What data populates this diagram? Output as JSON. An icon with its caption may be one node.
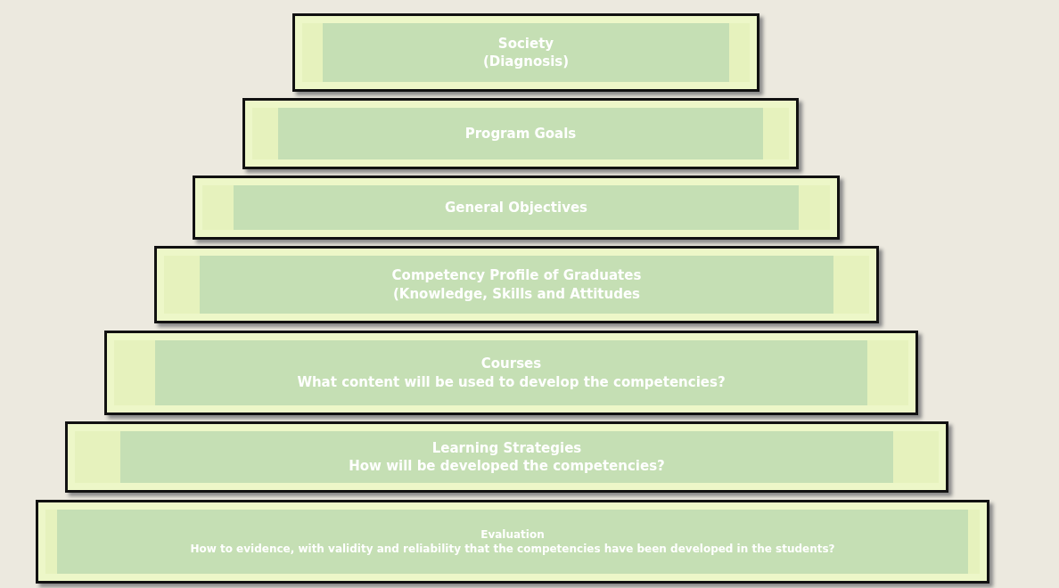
{
  "diagram": {
    "nodes": [
      {
        "text": [
          "Society",
          "(Diagnosis)"
        ]
      },
      {
        "text": [
          "Program Goals"
        ]
      },
      {
        "text": [
          "General Objectives"
        ]
      },
      {
        "text": [
          "Competency Profile of Graduates",
          "(Knowledge, Skills and Attitudes"
        ]
      },
      {
        "text": [
          "Courses",
          "What content will be used to develop the competencies?"
        ]
      },
      {
        "text": [
          "Learning Strategies",
          "How will be developed the competencies?"
        ]
      },
      {
        "text": [
          "Evaluation",
          "How to evidence, with validity and reliability  that the competencies have been developed in the students?"
        ]
      }
    ]
  }
}
